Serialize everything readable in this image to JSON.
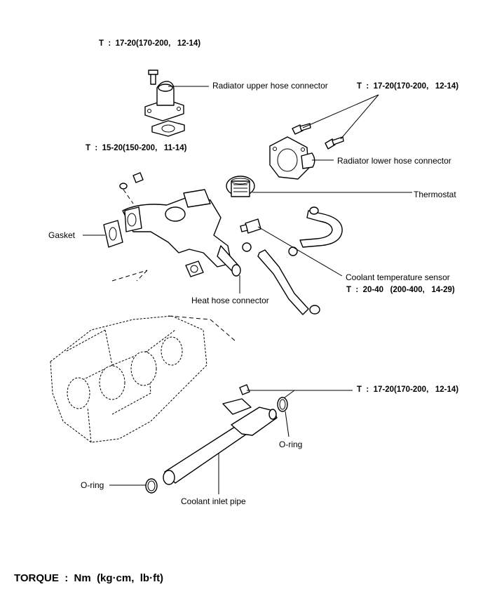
{
  "torque_specs": {
    "upper_connector_bolt": "T  :  17-20(170-200,   12-14)",
    "lower_connector_bolts": "T  :  17-20(170-200,   12-14)",
    "manifold_nut": "T  :  15-20(150-200,   11-14)",
    "coolant_sensor": "T  :  20-40   (200-400,   14-29)",
    "inlet_pipe_bolt": "T  :  17-20(170-200,   12-14)"
  },
  "labels": {
    "radiator_upper_hose_connector": "Radiator upper hose connector",
    "radiator_lower_hose_connector": "Radiator lower hose connector",
    "thermostat": "Thermostat",
    "gasket": "Gasket",
    "coolant_temperature_sensor": "Coolant temperature sensor",
    "heat_hose_connector": "Heat hose connector",
    "o_ring_right": "O-ring",
    "o_ring_left": "O-ring",
    "coolant_inlet_pipe": "Coolant inlet pipe"
  },
  "legend": "TORQUE  :  Nm  (kg·cm,  lb·ft)"
}
